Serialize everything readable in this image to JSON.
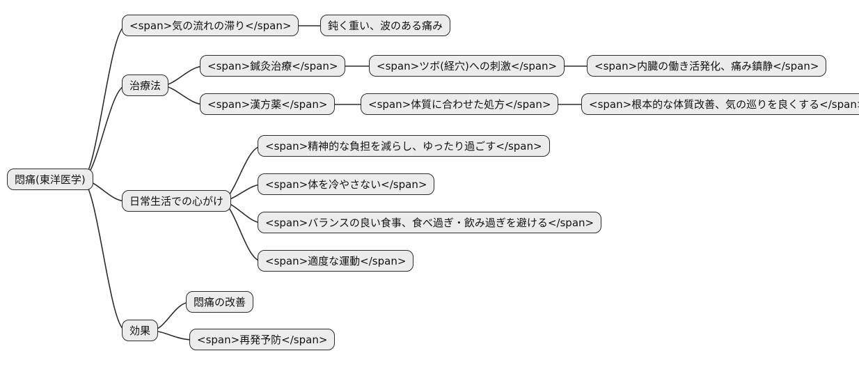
{
  "meta": {
    "background_color": "#ffffff",
    "node_fill_color": "#ececec",
    "node_border_color": "#2b2b2b",
    "edge_color": "#2b2b2b",
    "text_color": "#111111"
  },
  "mindmap": {
    "root": {
      "label": "悶痛(東洋医学)",
      "children": [
        {
          "label": "<span>気の流れの滞り</span>",
          "children": [
            {
              "label": "鈍く重い、波のある痛み"
            }
          ]
        },
        {
          "label": "治療法",
          "children": [
            {
              "label": "<span>鍼灸治療</span>",
              "children": [
                {
                  "label": "<span>ツボ(経穴)への刺激</span>",
                  "children": [
                    {
                      "label": "<span>内臓の働き活発化、痛み鎮静</span>"
                    }
                  ]
                }
              ]
            },
            {
              "label": "<span>漢方薬</span>",
              "children": [
                {
                  "label": "<span>体質に合わせた処方</span>",
                  "children": [
                    {
                      "label": "<span>根本的な体質改善、気の巡りを良くする</span>"
                    }
                  ]
                }
              ]
            }
          ]
        },
        {
          "label": "日常生活での心がけ",
          "children": [
            {
              "label": "<span>精神的な負担を減らし、ゆったり過ごす</span>"
            },
            {
              "label": "<span>体を冷やさない</span>"
            },
            {
              "label": "<span>バランスの良い食事、食べ過ぎ・飲み過ぎを避ける</span>"
            },
            {
              "label": "<span>適度な運動</span>"
            }
          ]
        },
        {
          "label": "効果",
          "children": [
            {
              "label": "悶痛の改善"
            },
            {
              "label": "<span>再発予防</span>"
            }
          ]
        }
      ]
    }
  }
}
